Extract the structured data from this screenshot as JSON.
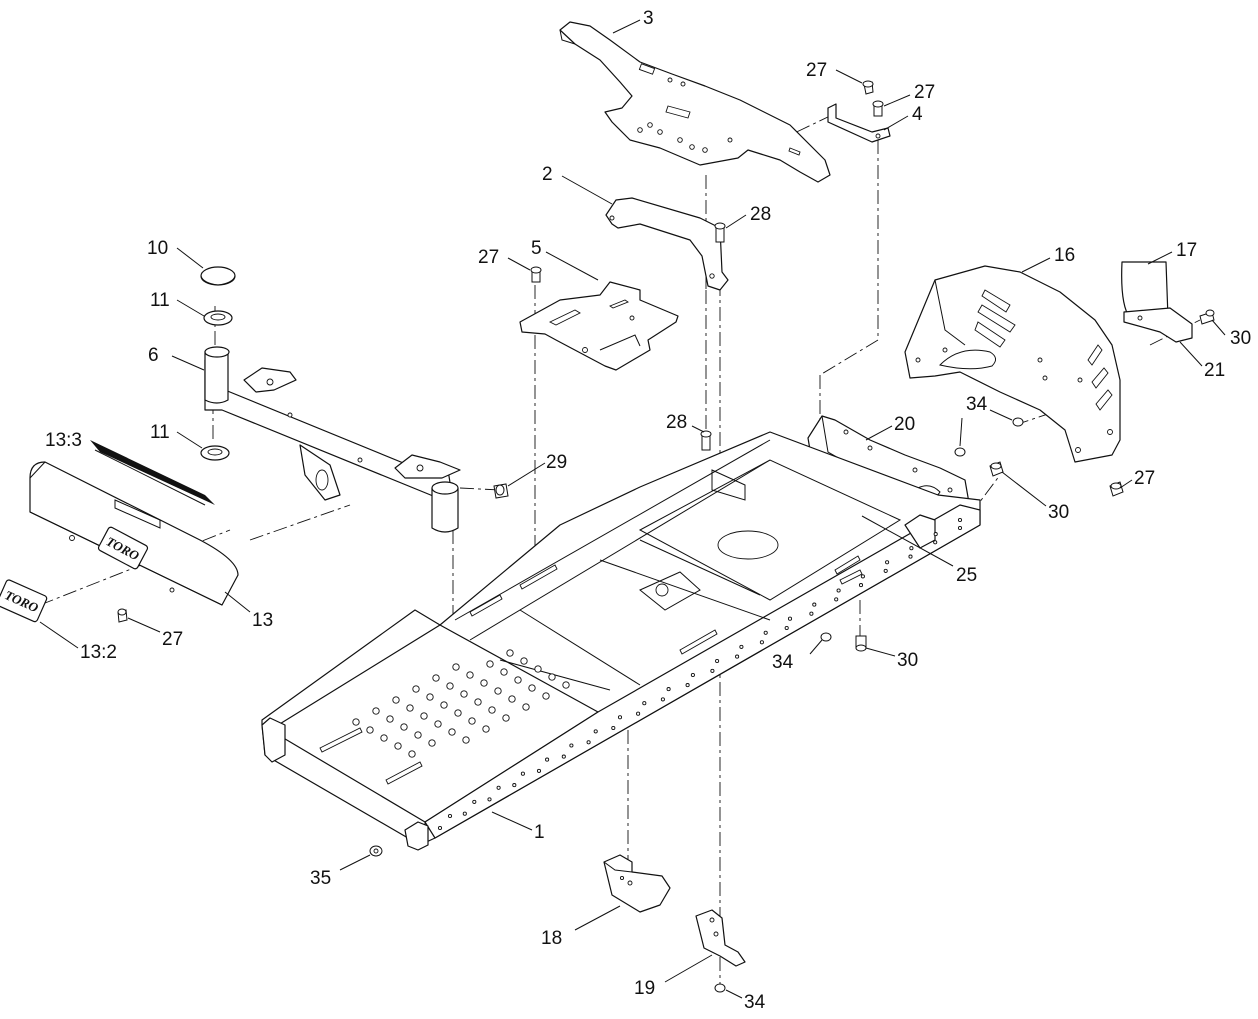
{
  "diagram": {
    "logo_text": "TORO",
    "callouts": [
      {
        "id": "c3",
        "label": "3"
      },
      {
        "id": "c27a",
        "label": "27"
      },
      {
        "id": "c27b",
        "label": "27"
      },
      {
        "id": "c4",
        "label": "4"
      },
      {
        "id": "c2",
        "label": "2"
      },
      {
        "id": "c28a",
        "label": "28"
      },
      {
        "id": "c10",
        "label": "10"
      },
      {
        "id": "c27c",
        "label": "27"
      },
      {
        "id": "c5",
        "label": "5"
      },
      {
        "id": "c16",
        "label": "16"
      },
      {
        "id": "c17",
        "label": "17"
      },
      {
        "id": "c11a",
        "label": "11"
      },
      {
        "id": "c30a",
        "label": "30"
      },
      {
        "id": "c21",
        "label": "21"
      },
      {
        "id": "c6",
        "label": "6"
      },
      {
        "id": "c34a",
        "label": "34"
      },
      {
        "id": "c11b",
        "label": "11"
      },
      {
        "id": "c28b",
        "label": "28"
      },
      {
        "id": "c20",
        "label": "20"
      },
      {
        "id": "c133",
        "label": "13:3"
      },
      {
        "id": "c29",
        "label": "29"
      },
      {
        "id": "c27d",
        "label": "27"
      },
      {
        "id": "c30b",
        "label": "30"
      },
      {
        "id": "c25",
        "label": "25"
      },
      {
        "id": "c13",
        "label": "13"
      },
      {
        "id": "c27e",
        "label": "27"
      },
      {
        "id": "c132",
        "label": "13:2"
      },
      {
        "id": "c34b",
        "label": "34"
      },
      {
        "id": "c30c",
        "label": "30"
      },
      {
        "id": "c1",
        "label": "1"
      },
      {
        "id": "c35",
        "label": "35"
      },
      {
        "id": "c18",
        "label": "18"
      },
      {
        "id": "c19",
        "label": "19"
      },
      {
        "id": "c34c",
        "label": "34"
      }
    ]
  }
}
